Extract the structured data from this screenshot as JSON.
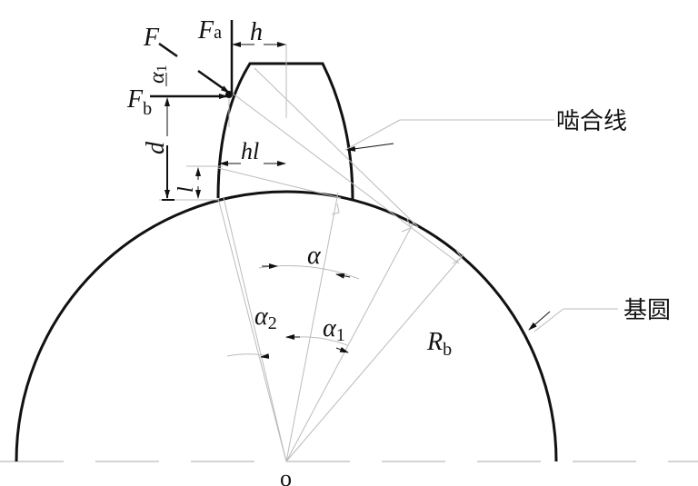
{
  "labels": {
    "F": "F",
    "Fa": "F",
    "Fa_sub": "a",
    "Fb": "F",
    "Fb_sub": "b",
    "h": "h",
    "hl": "hl",
    "d": "d",
    "l": "l",
    "alpha1_top": "α",
    "alpha1_top_sub": "1",
    "alpha": "α",
    "alpha1": "α",
    "alpha1_sub": "1",
    "alpha2": "α",
    "alpha2_sub": "2",
    "Rb": "R",
    "Rb_sub": "b",
    "O": "o",
    "meshing_line": "啮合线",
    "base_circle": "基圆"
  }
}
